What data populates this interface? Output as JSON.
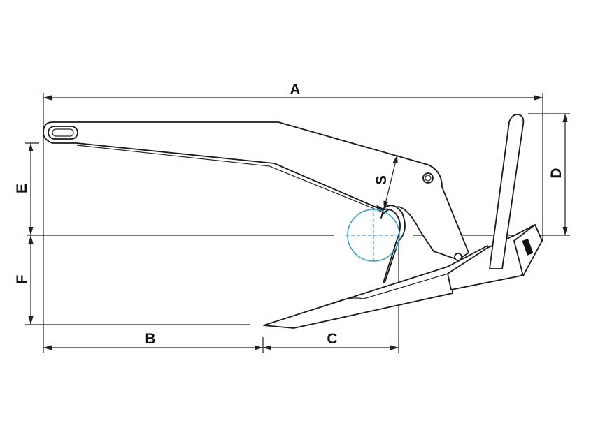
{
  "dimensions": {
    "A": "A",
    "B": "B",
    "C": "C",
    "D": "D",
    "E": "E",
    "F": "F",
    "S": "S"
  },
  "colors": {
    "line": "#1a1a1a",
    "pivot_circle": "#29a3d6"
  }
}
